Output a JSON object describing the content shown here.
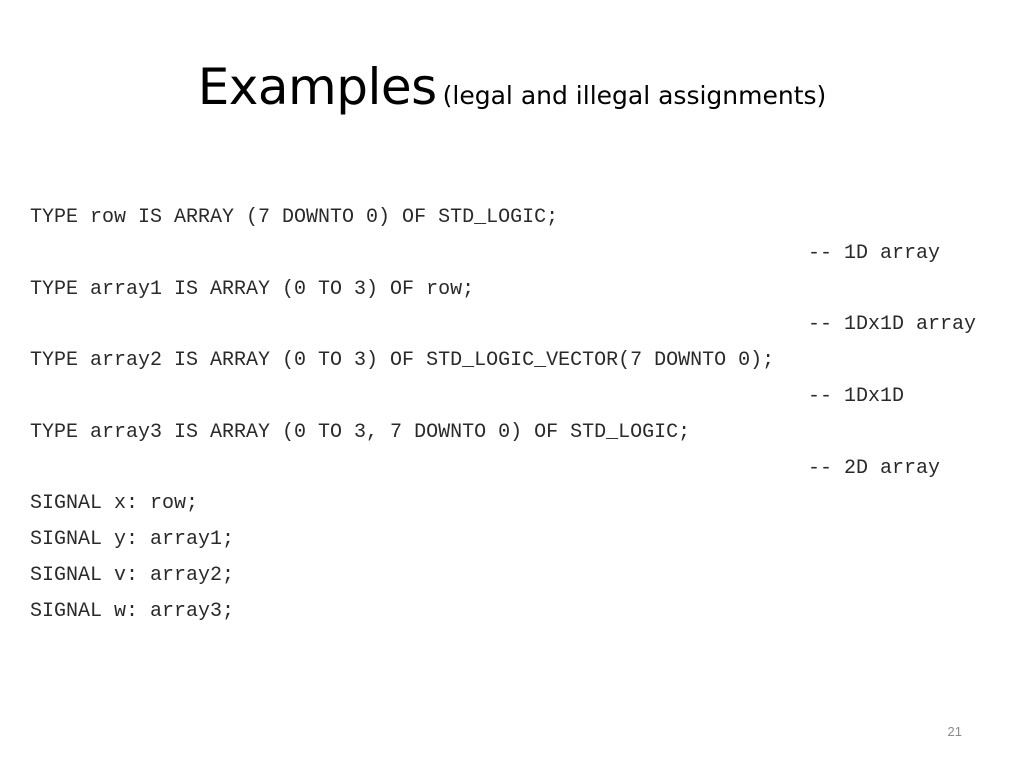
{
  "slide": {
    "title_main": "Examples",
    "title_sub": "(legal and illegal assignments)",
    "code_lines": [
      {
        "text": "TYPE row IS ARRAY (7 DOWNTO 0) OF STD_LOGIC;",
        "kind": "code"
      },
      {
        "text": "-- 1D array",
        "kind": "comment"
      },
      {
        "text": "TYPE array1 IS ARRAY (0 TO 3) OF row;",
        "kind": "code"
      },
      {
        "text": "-- 1Dx1D array",
        "kind": "comment"
      },
      {
        "text": "TYPE array2 IS ARRAY (0 TO 3) OF STD_LOGIC_VECTOR(7 DOWNTO 0);",
        "kind": "code"
      },
      {
        "text": "-- 1Dx1D",
        "kind": "comment"
      },
      {
        "text": "TYPE array3 IS ARRAY (0 TO 3, 7 DOWNTO 0) OF STD_LOGIC;",
        "kind": "code"
      },
      {
        "text": "-- 2D array",
        "kind": "comment"
      },
      {
        "text": "SIGNAL x: row;",
        "kind": "code"
      },
      {
        "text": "SIGNAL y: array1;",
        "kind": "code"
      },
      {
        "text": "SIGNAL v: array2;",
        "kind": "code"
      },
      {
        "text": "SIGNAL w: array3;",
        "kind": "code"
      }
    ],
    "page_number": "21"
  }
}
